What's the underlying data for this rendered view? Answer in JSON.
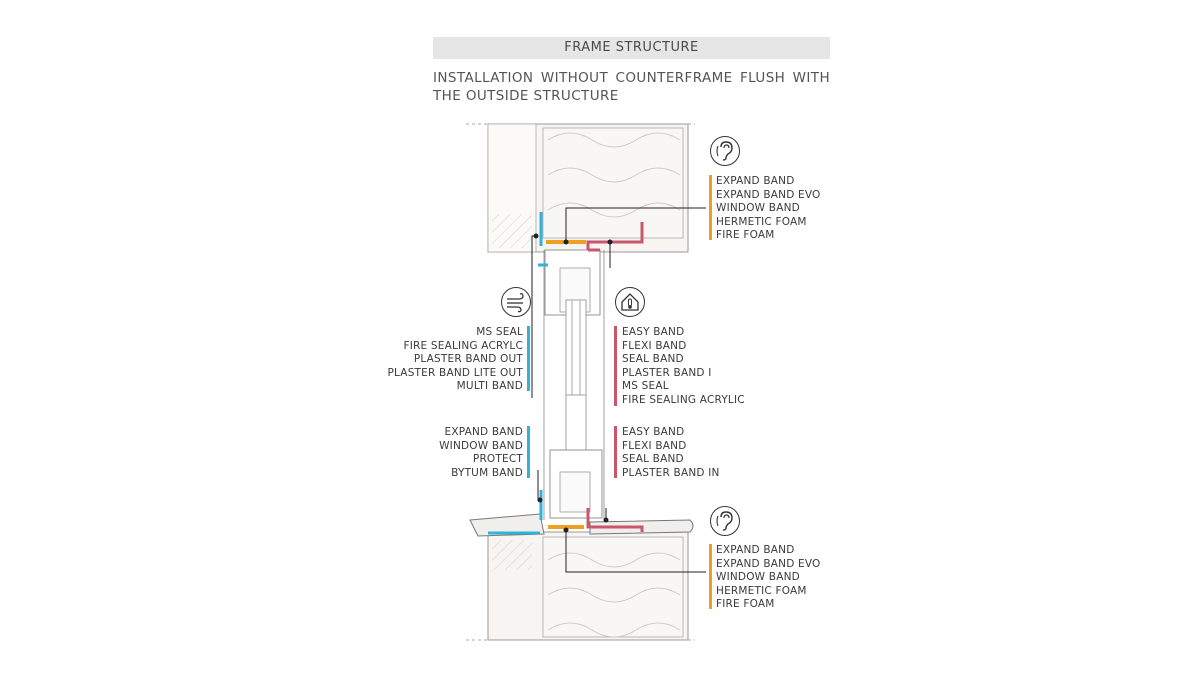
{
  "header": {
    "title": "FRAME STRUCTURE"
  },
  "subtitle": {
    "line1": "INSTALLATION WITHOUT COUNTERFRAME FLUSH WITH",
    "line2": "THE OUTSIDE STRUCTURE"
  },
  "icons": {
    "top_right": "ear-icon",
    "middle_left": "wind-icon",
    "middle_right": "house-thermometer-icon",
    "bottom_right": "ear-icon"
  },
  "colors": {
    "acoustic": "#f0a020",
    "outer_seal": "#33b2d9",
    "inner_seal": "#c9566b"
  },
  "groups": {
    "top_right": [
      "EXPAND BAND",
      "EXPAND BAND EVO",
      "WINDOW BAND",
      "HERMETIC FOAM",
      "FIRE FOAM"
    ],
    "middle_left": [
      "MS SEAL",
      "FIRE SEALING ACRYLC",
      "PLASTER BAND OUT",
      "PLASTER BAND LITE OUT",
      "MULTI BAND"
    ],
    "middle_right": [
      "EASY BAND",
      "FLEXI BAND",
      "SEAL BAND",
      "PLASTER BAND I",
      "MS SEAL",
      "FIRE SEALING ACRYLIC"
    ],
    "lower_left": [
      "EXPAND BAND",
      "WINDOW BAND",
      "PROTECT",
      "BYTUM BAND"
    ],
    "lower_right": [
      "EASY BAND",
      "FLEXI BAND",
      "SEAL BAND",
      "PLASTER BAND IN"
    ],
    "bottom_right": [
      "EXPAND BAND",
      "EXPAND BAND EVO",
      "WINDOW BAND",
      "HERMETIC FOAM",
      "FIRE FOAM"
    ]
  }
}
